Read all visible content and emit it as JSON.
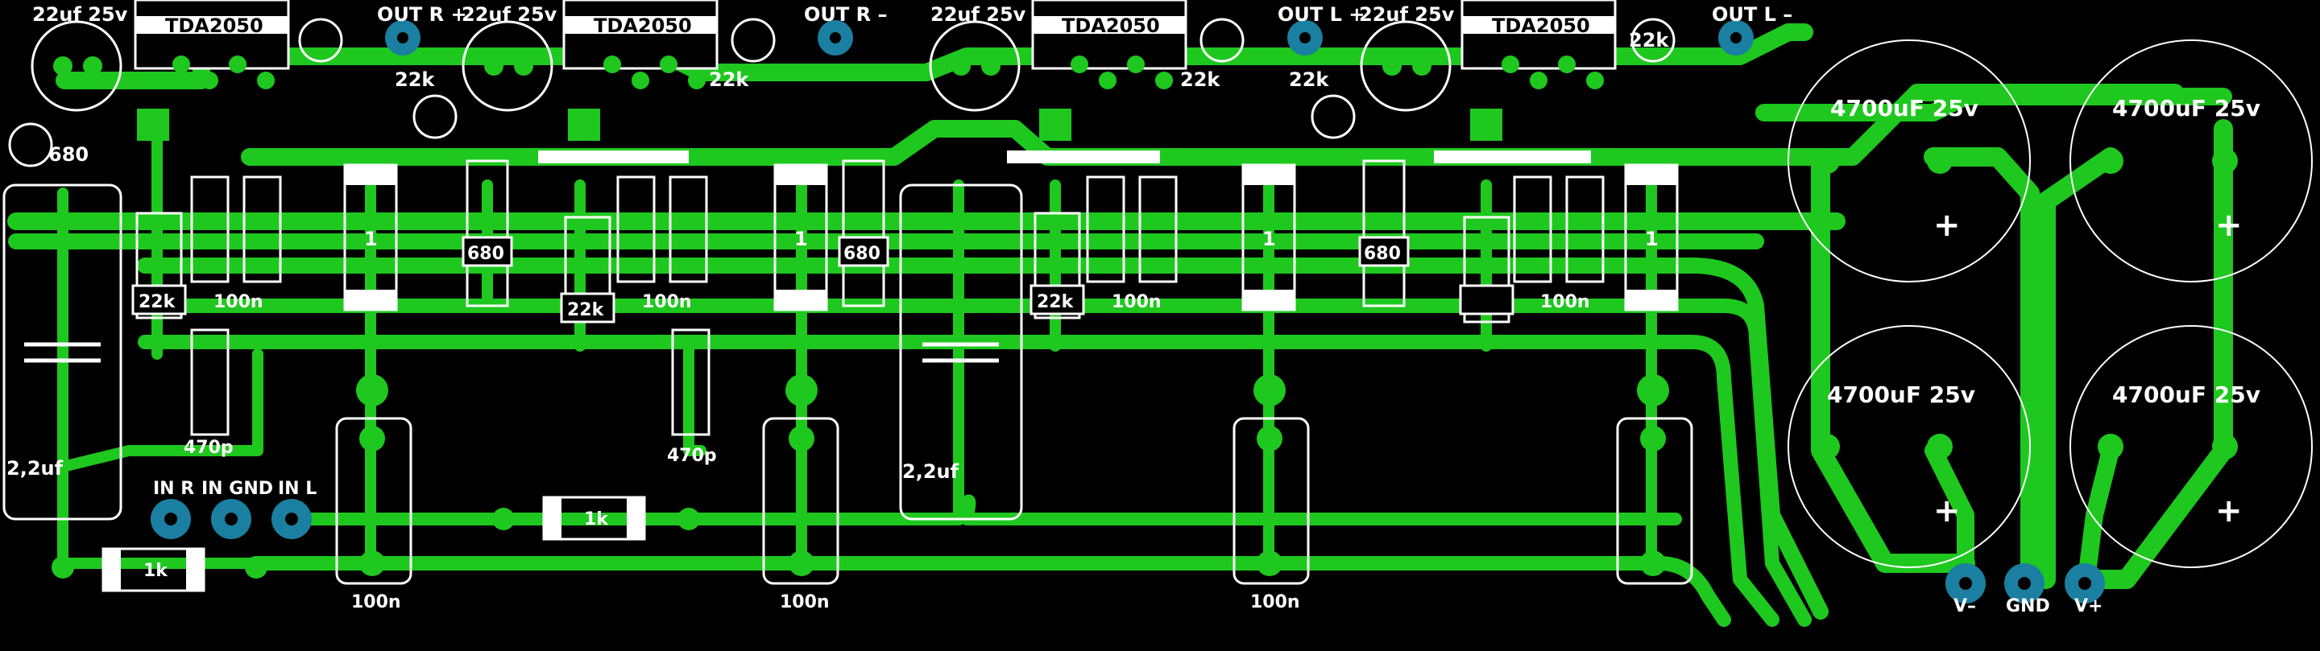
{
  "board": {
    "background": "#000000",
    "trace_color": "#1ec81e",
    "silk_color": "#ffffff",
    "terminal_color": "#1a7fa0"
  },
  "labels": {
    "cap_22uf_1": "22uf 25v",
    "cap_22uf_2": "22uf 25v",
    "cap_22uf_3": "22uf 25v",
    "cap_22uf_4": "22uf 25v",
    "ic_1": "TDA2050",
    "ic_2": "TDA2050",
    "ic_3": "TDA2050",
    "ic_4": "TDA2050",
    "out_r_plus": "OUT R +",
    "out_r_minus": "OUT R –",
    "out_l_plus": "OUT L +",
    "out_l_minus": "OUT L –",
    "r22k_a": "22k",
    "r22k_b": "22k",
    "r22k_c": "22k",
    "r22k_d": "22k",
    "r22k_e": "22k",
    "r22k_f": "22k",
    "r22k_g": "22k",
    "r22k_h": "22k",
    "r680_left": "680",
    "r680_1": "680",
    "r680_2": "680",
    "r680_3": "680",
    "r1_1": "1",
    "r1_2": "1",
    "r1_3": "1",
    "r1_4": "1",
    "c100n_1": "100n",
    "c100n_2": "100n",
    "c100n_3": "100n",
    "c100n_4": "100n",
    "c100n_5": "100n",
    "c100n_6": "100n",
    "c100n_7": "100n",
    "c470p_1": "470p",
    "c470p_2": "470p",
    "c22uf_left": "2,2uf",
    "c22uf_mid": "2,2uf",
    "r1k_1": "1k",
    "r1k_2": "1k",
    "in_r": "IN R",
    "in_gnd": "IN GND",
    "in_l": "IN L",
    "c4700_1": "4700uF 25v",
    "c4700_2": "4700uF 25v",
    "c4700_3": "4700uF 25v",
    "c4700_4": "4700uF 25v",
    "plus_1": "+",
    "plus_2": "+",
    "plus_3": "+",
    "plus_4": "+",
    "pwr_vminus": "V–",
    "pwr_gnd": "GND",
    "pwr_vplus": "V+"
  }
}
